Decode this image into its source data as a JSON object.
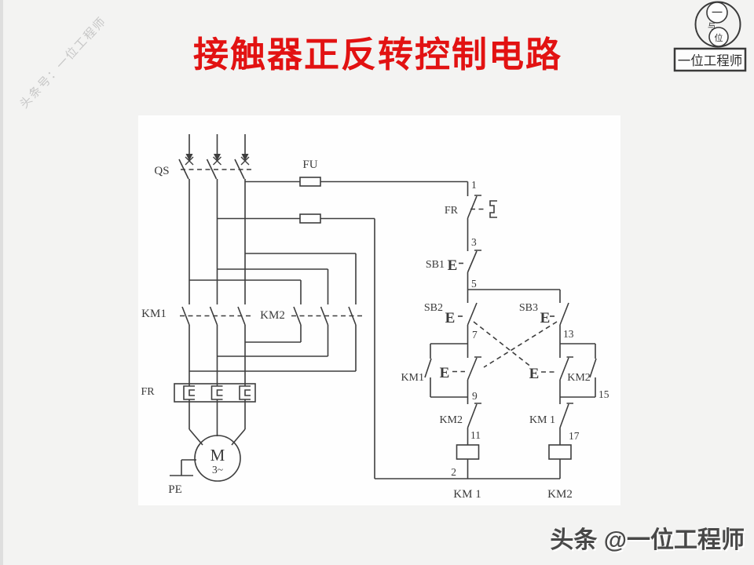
{
  "slide": {
    "title": "接触器正反转控制电路",
    "watermark": "头条号：一位工程师",
    "footer": "头条 @一位工程师"
  },
  "logo": {
    "symbol_top": "一",
    "symbol_mid": "与",
    "symbol_bottom": "位",
    "name": "一位工程师"
  },
  "colors": {
    "title_red": "#e21212",
    "line_gray": "#3e3e3e",
    "page_bg": "#f3f3f2",
    "panel_bg": "#fefefe",
    "watermark_gray": "#c7c7c7",
    "footer_gray": "#484848"
  },
  "diagram": {
    "components": {
      "qs": "QS",
      "fu": "FU",
      "fr_main": "FR",
      "fr_ctrl": "FR",
      "km1_main": "KM1",
      "km2_main": "KM2",
      "sb1": "SB1",
      "sb2": "SB2",
      "sb3": "SB3",
      "km1_aux": "KM1",
      "km2_aux": "KM2",
      "km2_interlock": "KM2",
      "km1_interlock": "KM 1",
      "km1_coil": "KM 1",
      "km2_coil": "KM2",
      "motor": "M",
      "motor_phases": "3~",
      "pe": "PE"
    },
    "wire_numbers": {
      "n1": "1",
      "n2": "2",
      "n3": "3",
      "n5": "5",
      "n7": "7",
      "n9": "9",
      "n11": "11",
      "n13": "13",
      "n15": "15",
      "n17": "17"
    },
    "actuator_symbol": "E"
  }
}
